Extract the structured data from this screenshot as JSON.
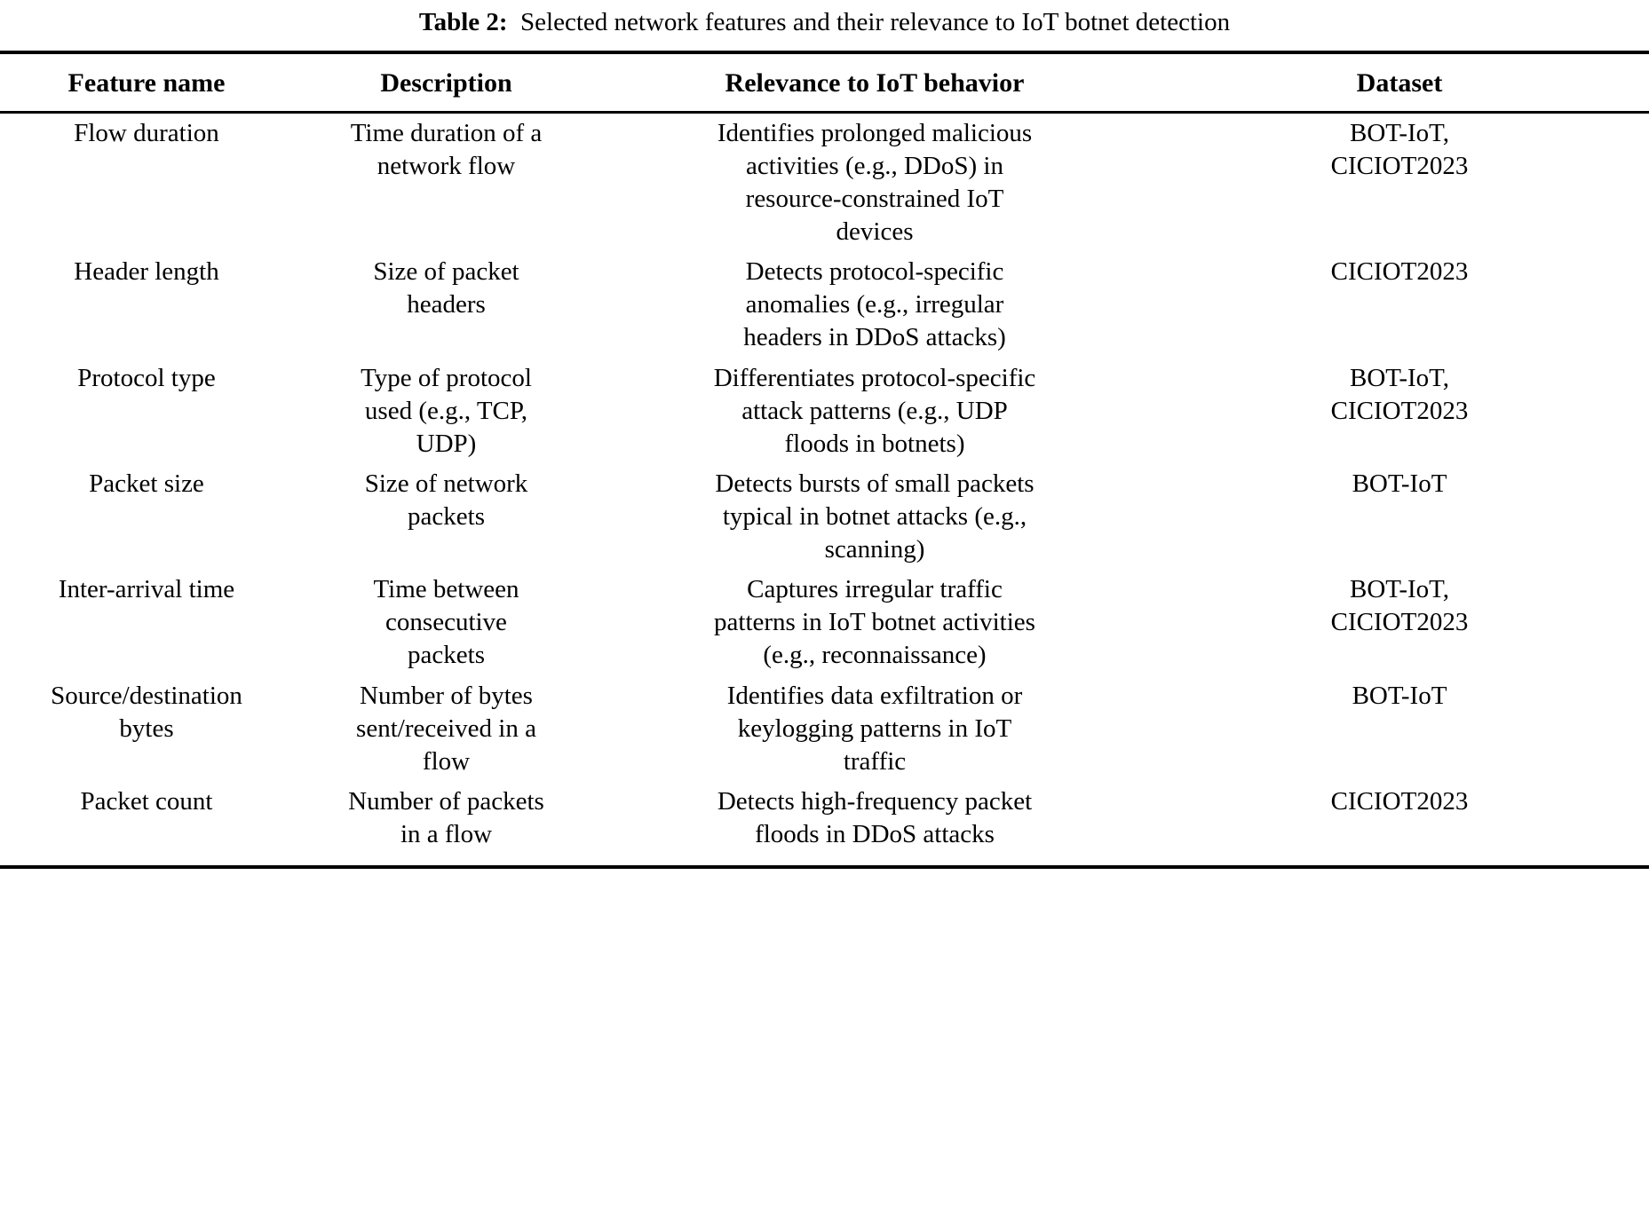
{
  "caption": {
    "label": "Table 2:",
    "text": "Selected network features and their relevance to IoT botnet detection"
  },
  "table": {
    "columns": [
      {
        "key": "feature",
        "header": "Feature name"
      },
      {
        "key": "description",
        "header": "Description"
      },
      {
        "key": "relevance",
        "header": "Relevance to IoT behavior"
      },
      {
        "key": "dataset",
        "header": "Dataset"
      }
    ],
    "rows": [
      {
        "feature": "Flow duration",
        "description": "Time duration of a\nnetwork flow",
        "relevance": "Identifies prolonged malicious\nactivities (e.g., DDoS) in\nresource-constrained IoT\ndevices",
        "dataset": "BOT-IoT,\nCICIOT2023"
      },
      {
        "feature": "Header length",
        "description": "Size of packet\nheaders",
        "relevance": "Detects protocol-specific\nanomalies (e.g., irregular\nheaders in DDoS attacks)",
        "dataset": "CICIOT2023"
      },
      {
        "feature": "Protocol type",
        "description": "Type of protocol\nused (e.g., TCP,\nUDP)",
        "relevance": "Differentiates protocol-specific\nattack patterns (e.g., UDP\nfloods in botnets)",
        "dataset": "BOT-IoT,\nCICIOT2023"
      },
      {
        "feature": "Packet size",
        "description": "Size of network\npackets",
        "relevance": "Detects bursts of small packets\ntypical in botnet attacks (e.g.,\nscanning)",
        "dataset": "BOT-IoT"
      },
      {
        "feature": "Inter-arrival time",
        "description": "Time between\nconsecutive\npackets",
        "relevance": "Captures irregular traffic\npatterns in IoT botnet activities\n(e.g., reconnaissance)",
        "dataset": "BOT-IoT,\nCICIOT2023"
      },
      {
        "feature": "Source/destination\nbytes",
        "description": "Number of bytes\nsent/received in a\nflow",
        "relevance": "Identifies data exfiltration or\nkeylogging patterns in IoT\ntraffic",
        "dataset": "BOT-IoT"
      },
      {
        "feature": "Packet count",
        "description": "Number of packets\nin a flow",
        "relevance": "Detects high-frequency packet\nfloods in DDoS attacks",
        "dataset": "CICIOT2023"
      }
    ]
  },
  "colors": {
    "text": "#000000",
    "rule": "#000000",
    "background": "#ffffff"
  }
}
